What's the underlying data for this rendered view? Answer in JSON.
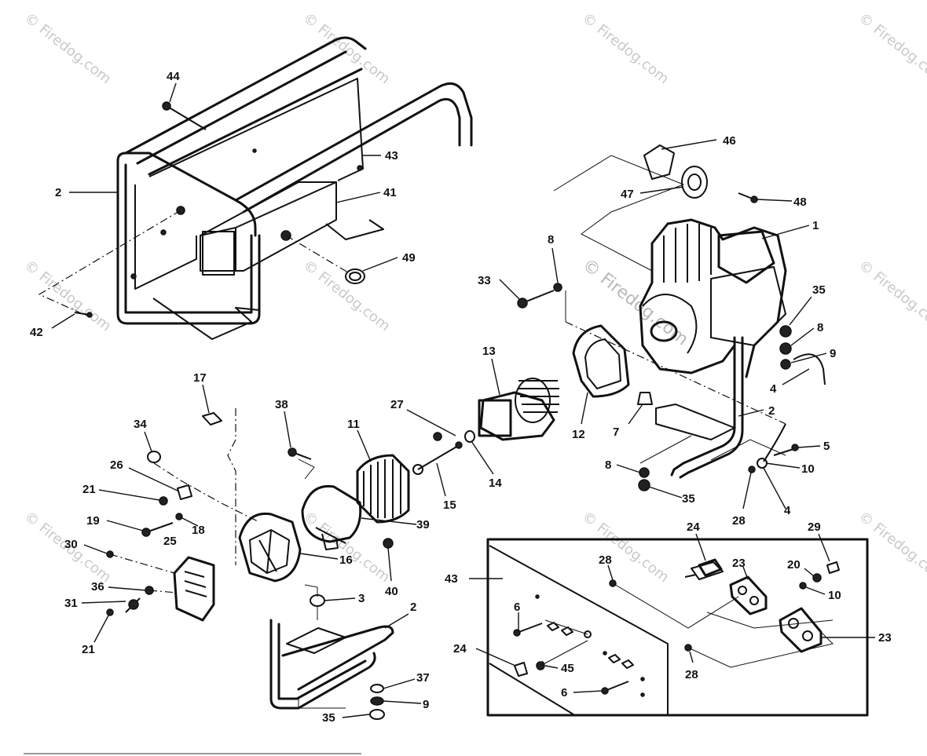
{
  "watermark": {
    "text": "© Firedog.com"
  },
  "callouts": [
    {
      "id": "44",
      "text": "44"
    },
    {
      "id": "43a",
      "text": "43"
    },
    {
      "id": "2a",
      "text": "2"
    },
    {
      "id": "41",
      "text": "41"
    },
    {
      "id": "49",
      "text": "49"
    },
    {
      "id": "42",
      "text": "42"
    },
    {
      "id": "46",
      "text": "46"
    },
    {
      "id": "47",
      "text": "47"
    },
    {
      "id": "48",
      "text": "48"
    },
    {
      "id": "1",
      "text": "1"
    },
    {
      "id": "8a",
      "text": "8"
    },
    {
      "id": "33",
      "text": "33"
    },
    {
      "id": "35a",
      "text": "35"
    },
    {
      "id": "8b",
      "text": "8"
    },
    {
      "id": "9a",
      "text": "9"
    },
    {
      "id": "4a",
      "text": "4"
    },
    {
      "id": "13",
      "text": "13"
    },
    {
      "id": "12",
      "text": "12"
    },
    {
      "id": "7",
      "text": "7"
    },
    {
      "id": "2b",
      "text": "2"
    },
    {
      "id": "17",
      "text": "17"
    },
    {
      "id": "38",
      "text": "38"
    },
    {
      "id": "27",
      "text": "27"
    },
    {
      "id": "11",
      "text": "11"
    },
    {
      "id": "34",
      "text": "34"
    },
    {
      "id": "26",
      "text": "26"
    },
    {
      "id": "21a",
      "text": "21"
    },
    {
      "id": "19",
      "text": "19"
    },
    {
      "id": "18",
      "text": "18"
    },
    {
      "id": "14",
      "text": "14"
    },
    {
      "id": "15",
      "text": "15"
    },
    {
      "id": "39",
      "text": "39"
    },
    {
      "id": "5",
      "text": "5"
    },
    {
      "id": "10a",
      "text": "10"
    },
    {
      "id": "8c",
      "text": "8"
    },
    {
      "id": "35b",
      "text": "35"
    },
    {
      "id": "28a",
      "text": "28"
    },
    {
      "id": "4b",
      "text": "4"
    },
    {
      "id": "30",
      "text": "30"
    },
    {
      "id": "25",
      "text": "25"
    },
    {
      "id": "16",
      "text": "16"
    },
    {
      "id": "40",
      "text": "40"
    },
    {
      "id": "36",
      "text": "36"
    },
    {
      "id": "3",
      "text": "3"
    },
    {
      "id": "31",
      "text": "31"
    },
    {
      "id": "21b",
      "text": "21"
    },
    {
      "id": "2c",
      "text": "2"
    },
    {
      "id": "37",
      "text": "37"
    },
    {
      "id": "9b",
      "text": "9"
    },
    {
      "id": "35c",
      "text": "35"
    },
    {
      "id": "24a",
      "text": "24"
    },
    {
      "id": "29",
      "text": "29"
    },
    {
      "id": "43b",
      "text": "43"
    },
    {
      "id": "28b",
      "text": "28"
    },
    {
      "id": "23a",
      "text": "23"
    },
    {
      "id": "20",
      "text": "20"
    },
    {
      "id": "10b",
      "text": "10"
    },
    {
      "id": "6a",
      "text": "6"
    },
    {
      "id": "23b",
      "text": "23"
    },
    {
      "id": "24b",
      "text": "24"
    },
    {
      "id": "45",
      "text": "45"
    },
    {
      "id": "28c",
      "text": "28"
    },
    {
      "id": "6b",
      "text": "6"
    }
  ]
}
